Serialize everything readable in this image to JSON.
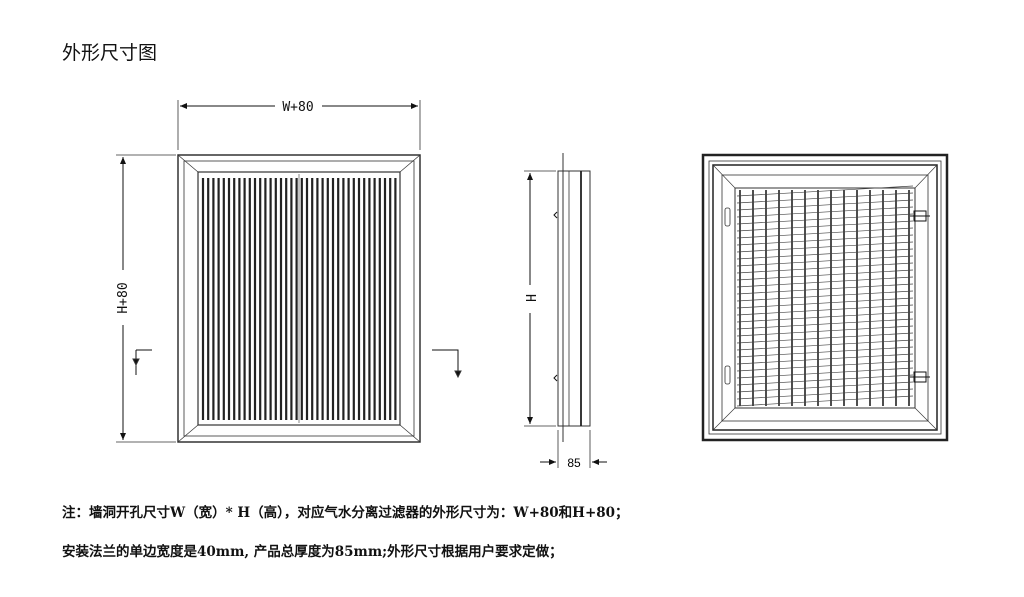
{
  "title": "外形尺寸图",
  "front_view": {
    "width_label": "W+80",
    "height_label": "H+80"
  },
  "side_view": {
    "height_label": "H",
    "depth_label": "85"
  },
  "notes": [
    "注：墙洞开孔尺寸W（宽）* H（高），对应气水分离过滤器的外形尺寸为：W+80和H+80；",
    "安装法兰的单边宽度是40mm, 产品总厚度为85mm;外形尺寸根据用户要求定做；"
  ]
}
